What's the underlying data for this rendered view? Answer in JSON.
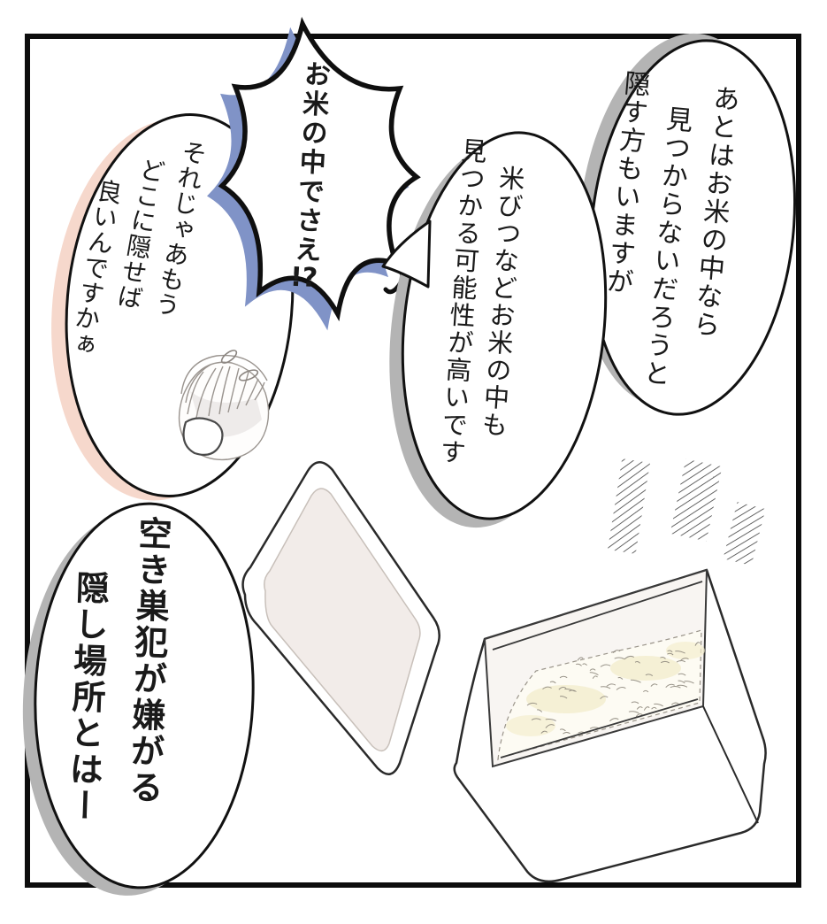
{
  "bubbles": {
    "top_right": {
      "lines": [
        "あとはお米の中なら",
        "見つからないだろうと",
        "隠す方もいますが"
      ],
      "shadow_color": "#b4b4b4"
    },
    "middle": {
      "lines": [
        "米びつなどお米の中も",
        "見つかる可能性が高いです"
      ],
      "shadow_color": "#b4b4b4"
    },
    "burst": {
      "text": "お米の中でさえ",
      "mark": "!?",
      "shadow_color": "#8093c7"
    },
    "left": {
      "lines": [
        "それじゃあもう",
        "どこに隠せば",
        "良いんですかぁ"
      ],
      "shadow_color": "#f6d8cc"
    },
    "bottom_left": {
      "lines": [
        "空き巣犯が嫌がる",
        "隠し場所とはー"
      ],
      "shadow_color": "#b4b4b4"
    }
  },
  "icons": {
    "crying_face": "crying-chibi-face",
    "sweat_marks": "sweat-drop-marks",
    "rice_box": "open-rice-container",
    "rice_box_lid": "rice-container-lid",
    "hatches": "emphasis-hatch-marks"
  },
  "colors": {
    "panel_border": "#0d0d0d",
    "ink": "#1a1a1a",
    "gray_shadow": "#b4b4b4",
    "blue_shadow": "#8093c7",
    "pink_shadow": "#f6d8cc",
    "lid_inner": "#f2ece9",
    "box_interior": "#f8f5f2",
    "rice_base": "#fdfbf3",
    "rice_tint": "#f3eecd"
  }
}
